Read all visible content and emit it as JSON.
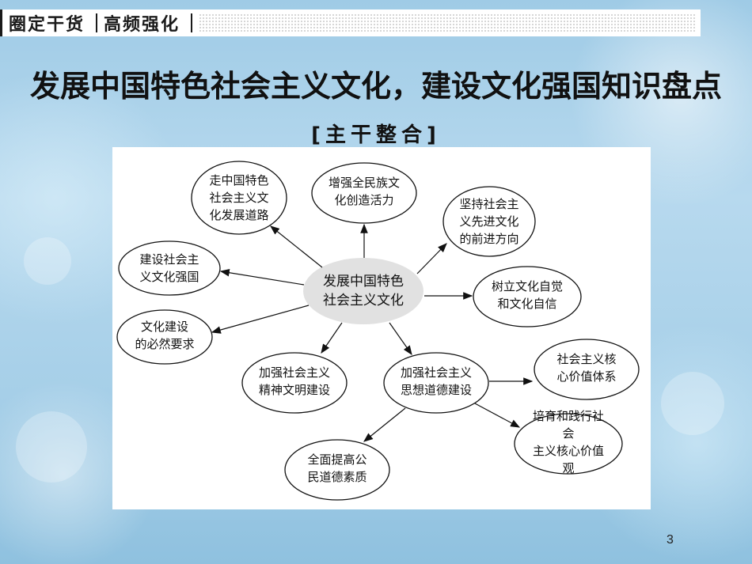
{
  "header": {
    "tag_left": "圈定干货",
    "tag_right": "高频强化"
  },
  "title": "发展中国特色社会主义文化，建设文化强国知识盘点",
  "subtitle": "[主干整合]",
  "diagram": {
    "center": "发展中国特色\n社会主义文化",
    "nodes": {
      "road": "走中国特色\n社会主义文\n化发展道路",
      "activity": "增强全民族文\n化创造活力",
      "direction": "坚持社会主\n义先进文化\n的前进方向",
      "power": "建设社会主\n义文化强国",
      "confidence": "树立文化自觉\n和文化自信",
      "requirement": "文化建设\n的必然要求",
      "spiritual": "加强社会主义\n精神文明建设",
      "moral": "加强社会主义\n思想道德建设",
      "core_system": "社会主义核\n心价值体系",
      "core_values": "培育和践行社会\n主义核心价值观",
      "quality": "全面提高公\n民道德素质"
    }
  },
  "page_number": "3"
}
